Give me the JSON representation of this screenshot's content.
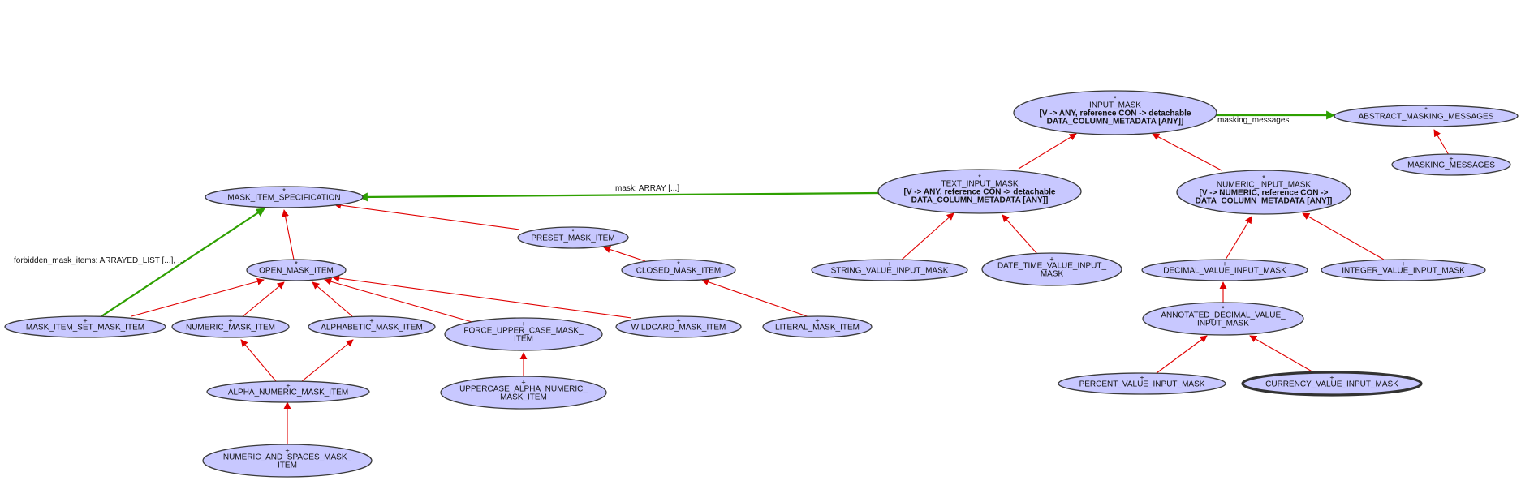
{
  "colors": {
    "node_fill": "#c8c8ff",
    "node_stroke": "#3a3a3a",
    "inherit_edge": "#e00000",
    "client_edge": "#2ea000"
  },
  "nodes": [
    {
      "id": "mask_item_specification",
      "marker": "*",
      "lines": [
        "MASK_ITEM_SPECIFICATION"
      ],
      "bold": [
        false
      ]
    },
    {
      "id": "open_mask_item",
      "marker": "*",
      "lines": [
        "OPEN_MASK_ITEM"
      ],
      "bold": [
        false
      ]
    },
    {
      "id": "preset_mask_item",
      "marker": "*",
      "lines": [
        "PRESET_MASK_ITEM"
      ],
      "bold": [
        false
      ]
    },
    {
      "id": "closed_mask_item",
      "marker": "*",
      "lines": [
        "CLOSED_MASK_ITEM"
      ],
      "bold": [
        false
      ]
    },
    {
      "id": "mask_item_set_mask_item",
      "marker": "+",
      "lines": [
        "MASK_ITEM_SET_MASK_ITEM"
      ],
      "bold": [
        false
      ]
    },
    {
      "id": "numeric_mask_item",
      "marker": "+",
      "lines": [
        "NUMERIC_MASK_ITEM"
      ],
      "bold": [
        false
      ]
    },
    {
      "id": "alphabetic_mask_item",
      "marker": "+",
      "lines": [
        "ALPHABETIC_MASK_ITEM"
      ],
      "bold": [
        false
      ]
    },
    {
      "id": "force_upper_case_mask_item",
      "marker": "+",
      "lines": [
        "FORCE_UPPER_CASE_MASK_",
        "ITEM"
      ],
      "bold": [
        false,
        false
      ]
    },
    {
      "id": "wildcard_mask_item",
      "marker": "+",
      "lines": [
        "WILDCARD_MASK_ITEM"
      ],
      "bold": [
        false
      ]
    },
    {
      "id": "literal_mask_item",
      "marker": "+",
      "lines": [
        "LITERAL_MASK_ITEM"
      ],
      "bold": [
        false
      ]
    },
    {
      "id": "alpha_numeric_mask_item",
      "marker": "+",
      "lines": [
        "ALPHA_NUMERIC_MASK_ITEM"
      ],
      "bold": [
        false
      ]
    },
    {
      "id": "uppercase_alpha_numeric_mask_item",
      "marker": "+",
      "lines": [
        "UPPERCASE_ALPHA_NUMERIC_",
        "MASK_ITEM"
      ],
      "bold": [
        false,
        false
      ]
    },
    {
      "id": "numeric_and_spaces_mask_item",
      "marker": "+",
      "lines": [
        "NUMERIC_AND_SPACES_MASK_",
        "ITEM"
      ],
      "bold": [
        false,
        false
      ]
    },
    {
      "id": "input_mask",
      "marker": "*",
      "lines": [
        "INPUT_MASK",
        "[V -> ANY, reference CON -> detachable",
        "DATA_COLUMN_METADATA [ANY]]"
      ],
      "bold": [
        false,
        true,
        true
      ]
    },
    {
      "id": "abstract_masking_messages",
      "marker": "*",
      "lines": [
        "ABSTRACT_MASKING_MESSAGES"
      ],
      "bold": [
        false
      ]
    },
    {
      "id": "masking_messages",
      "marker": "+",
      "lines": [
        "MASKING_MESSAGES"
      ],
      "bold": [
        false
      ]
    },
    {
      "id": "text_input_mask",
      "marker": "*",
      "lines": [
        "TEXT_INPUT_MASK",
        "[V -> ANY, reference CON -> detachable",
        "DATA_COLUMN_METADATA [ANY]]"
      ],
      "bold": [
        false,
        true,
        true
      ]
    },
    {
      "id": "numeric_input_mask",
      "marker": "*",
      "lines": [
        "NUMERIC_INPUT_MASK",
        "[V -> NUMERIC, reference CON ->",
        "DATA_COLUMN_METADATA [ANY]]"
      ],
      "bold": [
        false,
        true,
        true
      ]
    },
    {
      "id": "string_value_input_mask",
      "marker": "+",
      "lines": [
        "STRING_VALUE_INPUT_MASK"
      ],
      "bold": [
        false
      ]
    },
    {
      "id": "date_time_value_input_mask",
      "marker": "+",
      "lines": [
        "DATE_TIME_VALUE_INPUT_",
        "MASK"
      ],
      "bold": [
        false,
        false
      ]
    },
    {
      "id": "decimal_value_input_mask",
      "marker": "+",
      "lines": [
        "DECIMAL_VALUE_INPUT_MASK"
      ],
      "bold": [
        false
      ]
    },
    {
      "id": "integer_value_input_mask",
      "marker": "+",
      "lines": [
        "INTEGER_VALUE_INPUT_MASK"
      ],
      "bold": [
        false
      ]
    },
    {
      "id": "annotated_decimal_value_input_mask",
      "marker": "*",
      "lines": [
        "ANNOTATED_DECIMAL_VALUE_",
        "INPUT_MASK"
      ],
      "bold": [
        false,
        false
      ]
    },
    {
      "id": "percent_value_input_mask",
      "marker": "+",
      "lines": [
        "PERCENT_VALUE_INPUT_MASK"
      ],
      "bold": [
        false
      ]
    },
    {
      "id": "currency_value_input_mask",
      "marker": "+",
      "lines": [
        "CURRENCY_VALUE_INPUT_MASK"
      ],
      "bold": [
        false
      ]
    }
  ],
  "edge_labels": {
    "mask": "mask: ARRAY [...]",
    "forbidden": "forbidden_mask_items: ARRAYED_LIST [...], ...",
    "masking_messages": "masking_messages"
  }
}
